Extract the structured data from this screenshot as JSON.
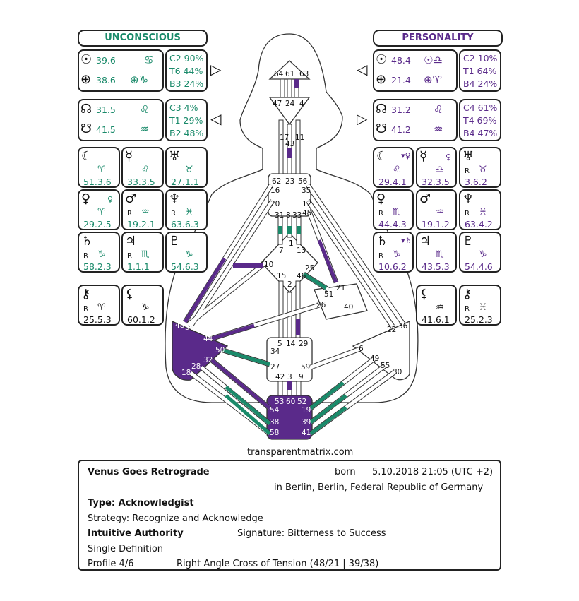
{
  "headers": {
    "left": "UNCONSCIOUS",
    "right": "PERSONALITY"
  },
  "colors": {
    "design": "#1a8a6a",
    "personality": "#5a2a8a",
    "defined": "#5a2a8a",
    "accent": "#2a9a7a"
  },
  "left": {
    "sun": {
      "v1": "39.6",
      "v2": "38.6",
      "c": "C2 90%",
      "t": "T6 44%",
      "b": "B3 24%"
    },
    "node": {
      "v1": "31.5",
      "v2": "41.5",
      "c": "C3 4%",
      "t": "T1 29%",
      "b": "B2 48%"
    },
    "moon": "51.3.6",
    "mercury": "33.3.5",
    "uranus": "27.1.1",
    "venus": "29.2.5",
    "mars": "19.2.1",
    "neptune": "63.6.3",
    "saturn": "58.2.3",
    "jupiter": "1.1.1",
    "pluto": "54.6.3",
    "chiron": "25.5.3",
    "lilith": "60.1.2"
  },
  "right": {
    "sun": {
      "v1": "48.4",
      "v2": "21.4",
      "c": "C2 10%",
      "t": "T1 64%",
      "b": "B4 24%"
    },
    "node": {
      "v1": "31.2",
      "v2": "41.2",
      "c": "C4 61%",
      "t": "T4 69%",
      "b": "B4 47%"
    },
    "moon": "29.4.1",
    "mercury": "32.3.5",
    "uranus": "3.6.2",
    "venus": "44.4.3",
    "mars": "19.1.2",
    "neptune": "63.4.2",
    "saturn": "10.6.2",
    "jupiter": "43.5.3",
    "pluto": "54.4.6",
    "lilith": "41.6.1",
    "chiron": "25.2.3"
  },
  "watermark": "transparentmatrix.com",
  "info": {
    "name": "Venus Goes Retrograde",
    "born_label": "born",
    "born_date": "5.10.2018 21:05 (UTC +2)",
    "place": "in Berlin, Berlin, Federal Republic of Germany",
    "type": "Type: Acknowledgist",
    "strategy": "Strategy: Recognize and Acknowledge",
    "authority": "Intuitive Authority",
    "signature": "Signature: Bitterness to Success",
    "definition": "Single Definition",
    "profile": "Profile 4/6",
    "cross": "Right Angle Cross of Tension (48/21 | 39/38)"
  },
  "gates": {
    "g64": "64",
    "g61": "61",
    "g63": "63",
    "g47": "47",
    "g24": "24",
    "g4": "4",
    "g17": "17",
    "g43": "43",
    "g11": "11",
    "g62": "62",
    "g23": "23",
    "g56": "56",
    "g16": "16",
    "g35": "35",
    "g20": "20",
    "g12": "12",
    "g31": "31",
    "g8": "8",
    "g33": "33",
    "g45": "45",
    "g7": "7",
    "g1": "1",
    "g13": "13",
    "g10": "10",
    "g15": "15",
    "g2": "2",
    "g46": "46",
    "g25": "25",
    "g21": "21",
    "g51": "51",
    "g26": "26",
    "g40": "40",
    "g48": "48",
    "g57": "57",
    "g44": "44",
    "g50": "50",
    "g32": "32",
    "g28": "28",
    "g18": "18",
    "g22": "22",
    "g36": "36",
    "g34": "34",
    "g5": "5",
    "g14": "14",
    "g29": "29",
    "g6": "6",
    "g27": "27",
    "g59": "59",
    "g49": "49",
    "g55": "55",
    "g30": "30",
    "g42": "42",
    "g3": "3",
    "g9": "9",
    "g53": "53",
    "g60": "60",
    "g52": "52",
    "g54": "54",
    "g19": "19",
    "g38": "38",
    "g39": "39",
    "g58": "58",
    "g41": "41"
  }
}
